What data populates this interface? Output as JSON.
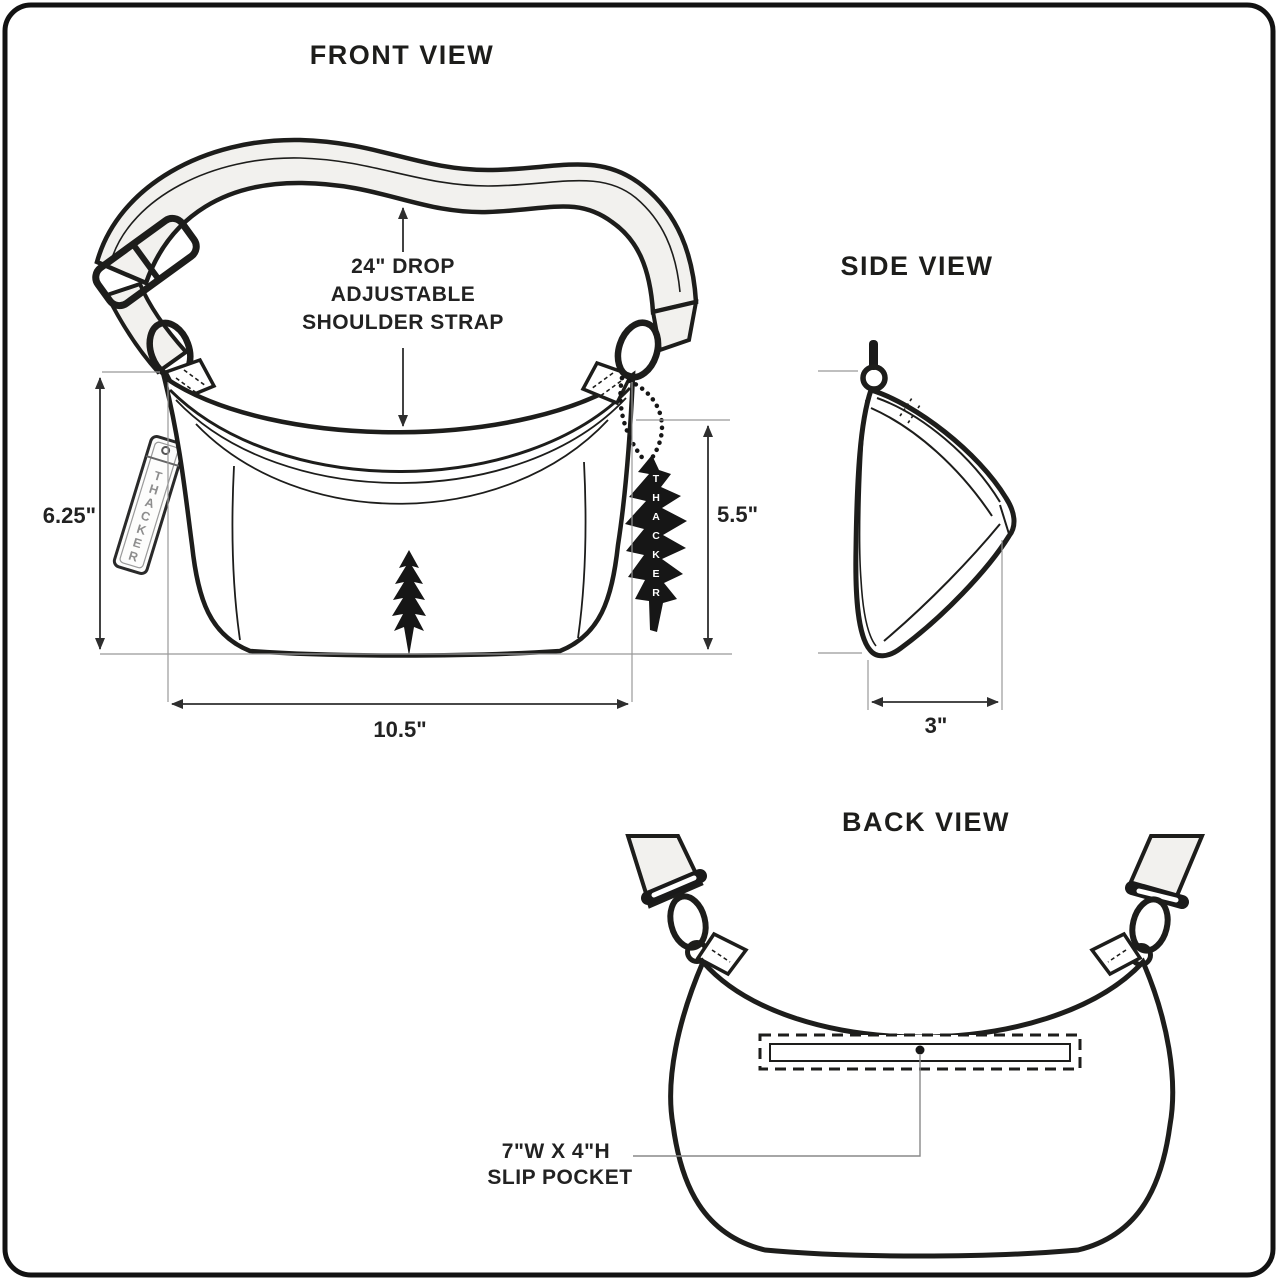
{
  "brand": {
    "tag_text": "THACKER",
    "charm_text": "THACKER"
  },
  "views": {
    "front": {
      "title": "FRONT VIEW",
      "strap_note": [
        "24\" DROP",
        "ADJUSTABLE",
        "SHOULDER STRAP"
      ],
      "dim_height": "6.25\"",
      "dim_front_height": "5.5\"",
      "dim_width": "10.5\""
    },
    "side": {
      "title": "SIDE VIEW",
      "dim_depth": "3\""
    },
    "back": {
      "title": "BACK VIEW",
      "pocket_note": [
        "7\"W X 4\"H",
        "SLIP POCKET"
      ]
    }
  },
  "colors": {
    "line": "#1d1d1b",
    "strap_fill": "#f2f1ee",
    "dimension": "#2e2e2e",
    "extension": "#999999",
    "tag_letters": "#8d8d8d",
    "charm_letters": "#ffffff",
    "background": "#ffffff"
  }
}
